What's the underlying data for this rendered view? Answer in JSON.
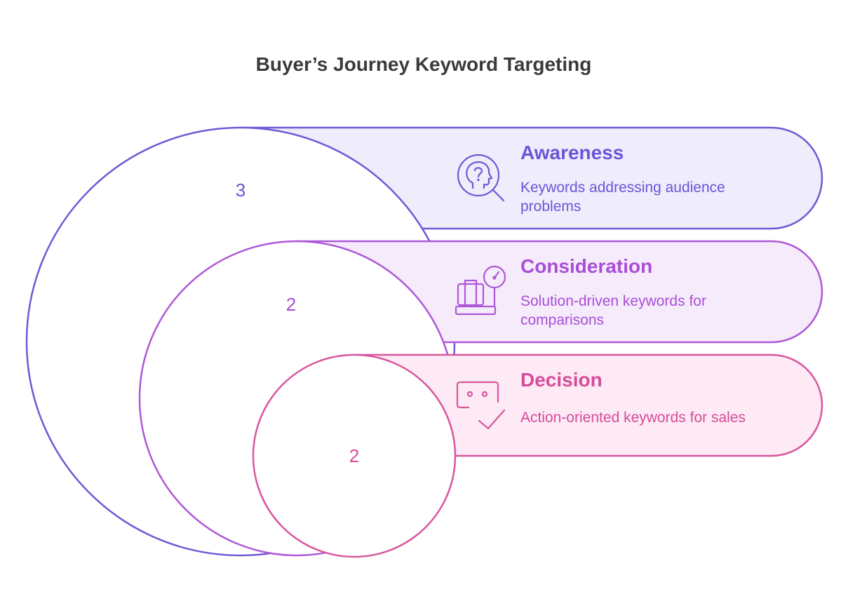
{
  "title": "Buyer’s Journey Keyword Targeting",
  "colors": {
    "awareness_stroke": "#7158d6",
    "awareness_fill": "#efecfb",
    "awareness_text": "#6a55d8",
    "consideration_stroke": "#ad58d8",
    "consideration_fill": "#f6ebfb",
    "consideration_text": "#a84fd6",
    "decision_stroke": "#d9569e",
    "decision_fill": "#fdeaf4",
    "decision_text": "#d64c9b"
  },
  "stages": [
    {
      "id": "awareness",
      "title": "Awareness",
      "description_lines": [
        "Keywords addressing audience",
        "problems"
      ],
      "count": "3",
      "icon": "head-question-search-icon"
    },
    {
      "id": "consideration",
      "title": "Consideration",
      "description_lines": [
        "Solution-driven keywords for",
        "comparisons"
      ],
      "count": "2",
      "icon": "scale-compare-icon"
    },
    {
      "id": "decision",
      "title": "Decision",
      "description_lines": [
        "Action-oriented keywords for sales"
      ],
      "count": "2",
      "icon": "chat-check-icon"
    }
  ]
}
